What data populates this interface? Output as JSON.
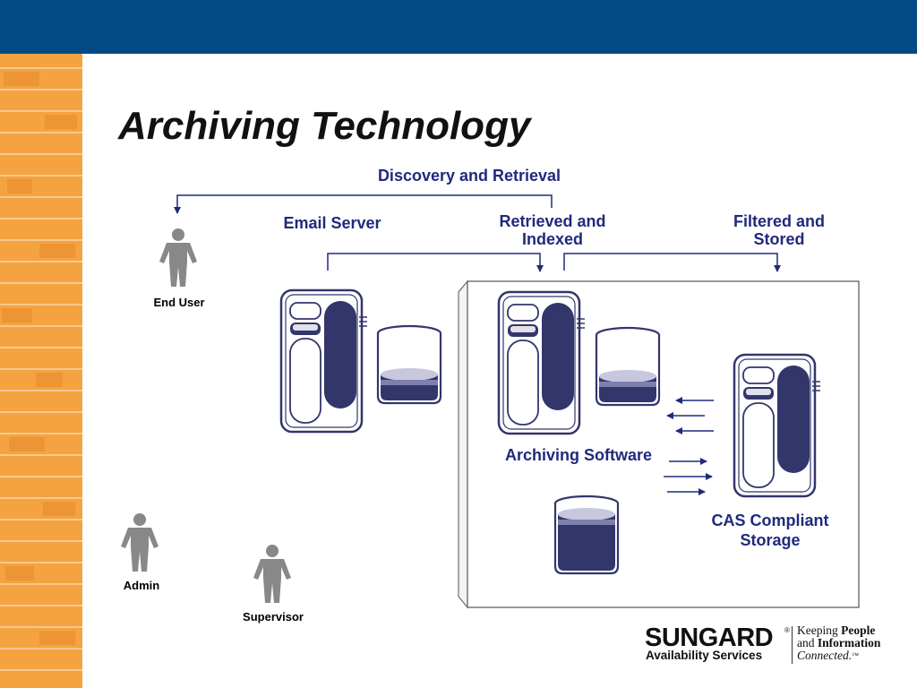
{
  "slide": {
    "title": "Archiving Technology",
    "colors": {
      "header_bar": "#004b84",
      "sidebar": "#f4a340",
      "label_text": "#1f2a7c",
      "device_fill": "#33366b",
      "person": "#888888"
    }
  },
  "diagram": {
    "top_label": "Discovery and Retrieval",
    "email_server_label": "Email Server",
    "retrieved_label_line1": "Retrieved and",
    "retrieved_label_line2": "Indexed",
    "filtered_label_line1": "Filtered and",
    "filtered_label_line2": "Stored",
    "archiving_software_label": "Archiving Software",
    "cas_label_line1": "CAS Compliant",
    "cas_label_line2": "Storage"
  },
  "people": {
    "end_user": "End User",
    "admin": "Admin",
    "supervisor": "Supervisor"
  },
  "logo": {
    "brand": "SUNGARD",
    "registered": "®",
    "sub": "Availability Services",
    "tagline_1_normal": "Keeping ",
    "tagline_1_bold": "People",
    "tagline_2_normal": "and ",
    "tagline_2_bold": "Information",
    "tagline_3": "Connected.",
    "tagline_tm": "™"
  }
}
